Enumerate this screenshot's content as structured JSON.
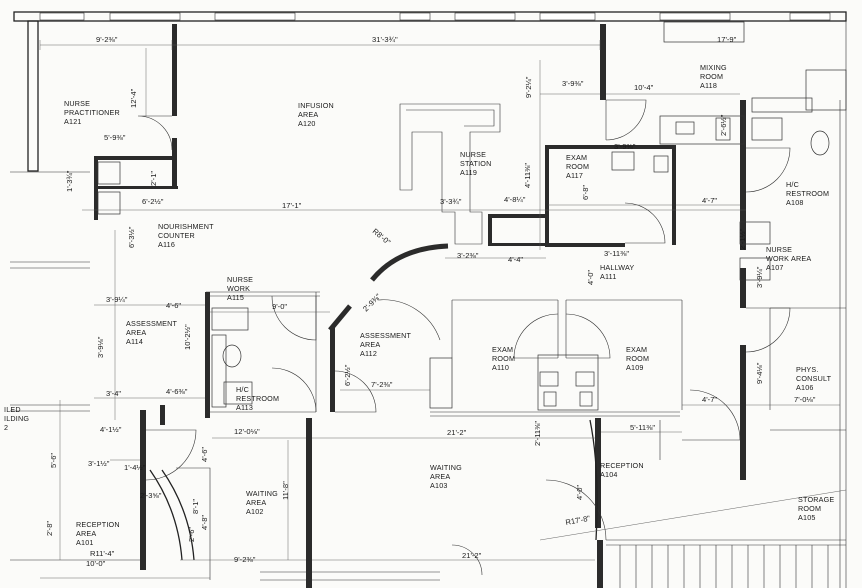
{
  "rooms": {
    "nurse_practitioner": [
      "NURSE",
      "PRACTITIONER",
      "A121"
    ],
    "infusion_area": [
      "INFUSION",
      "AREA",
      "A120"
    ],
    "mixing_room": [
      "MIXING",
      "ROOM",
      "A118"
    ],
    "nurse_station": [
      "NURSE",
      "STATION",
      "A119"
    ],
    "exam_room_a117": [
      "EXAM",
      "ROOM",
      "A117"
    ],
    "hc_restroom_a108": [
      "H/C",
      "RESTROOM",
      "A108"
    ],
    "nourishment_counter": [
      "NOURISHMENT",
      "COUNTER",
      "A116"
    ],
    "nurse_work_a115": [
      "NURSE",
      "WORK",
      "A115"
    ],
    "hallway": [
      "HALLWAY",
      "A111"
    ],
    "nurse_work_area_a107": [
      "NURSE",
      "WORK AREA",
      "A107"
    ],
    "assessment_a114": [
      "ASSESSMENT",
      "AREA",
      "A114"
    ],
    "assessment_a112": [
      "ASSESSMENT",
      "AREA",
      "A112"
    ],
    "exam_room_a110": [
      "EXAM",
      "ROOM",
      "A110"
    ],
    "exam_room_a109": [
      "EXAM",
      "ROOM",
      "A109"
    ],
    "phys_consult": [
      "PHYS.",
      "CONSULT",
      "A106"
    ],
    "hc_restroom_a113": [
      "H/C",
      "RESTROOM",
      "A113"
    ],
    "reception_a104": [
      "RECEPTION",
      "A104"
    ],
    "waiting_a103": [
      "WAITING",
      "AREA",
      "A103"
    ],
    "waiting_a102": [
      "WAITING",
      "AREA",
      "A102"
    ],
    "reception_a101": [
      "RECEPTION",
      "AREA",
      "A101"
    ],
    "storage_room": [
      "STORAGE",
      "ROOM",
      "A105"
    ],
    "building_fragment": [
      "ILED",
      "ILDING",
      "2"
    ]
  },
  "dimensions": {
    "d_9_2_3_8": "9'-2⅜\"",
    "d_31_3_3_4": "31'-3¾\"",
    "d_17_9": "17'-9\"",
    "d_12_4": "12'-4\"",
    "d_3_9_3_8": "3'-9⅜\"",
    "d_5_9_3_8": "5'-9⅜\"",
    "d_9_2_1_4": "9'-2¼\"",
    "d_10_4": "10'-4\"",
    "d_2_6_1_2": "2'-6½\"",
    "d_4_11_3_8": "4'-11⅜\"",
    "d_3_9_3_8_b": "3'-9⅜\"",
    "d_6_8": "6'-8\"",
    "d_1_3_3_4": "1'-3¾\"",
    "d_6_2_1_2": "6'-2½\"",
    "d_2_1": "2'-1\"",
    "d_17_1": "17'-1\"",
    "d_4_8_1_4": "4'-8¼\"",
    "d_4_7": "4'-7\"",
    "d_6_3_1_2": "6'-3½\"",
    "d_r8_0": "R8'-0\"",
    "d_3_2_3_8": "3'-2⅜\"",
    "d_4_4": "4'-4\"",
    "d_4_0": "4'-0\"",
    "d_3_11_3_8": "3'-11⅜\"",
    "d_2_1_1_2": "2'-1½\"",
    "d_3_9_1_4": "3'-9¼\"",
    "d_3_9_1_4_b": "3'-9¼\"",
    "d_4_6": "4'-6\"",
    "d_9_0": "9'-0\"",
    "d_3_9_1_8": "3'-9⅛\"",
    "d_10_2_1_2": "10'-2½\"",
    "d_2_9_3_8": "2'-9⅜\"",
    "d_6_2_1_2_b": "6'-2½\"",
    "d_3_4": "3'-4\"",
    "d_4_6_3_8": "4'-6⅜\"",
    "d_7_2_3_8": "7'-2⅜\"",
    "d_9_4_1_8": "9'-4⅛\"",
    "d_4_7_b": "4'-7\"",
    "d_7_0_1_8": "7'-0⅛\"",
    "d_12_0_1_8": "12'-0⅛\"",
    "d_21_2": "21'-2\"",
    "d_2_11_3_8": "2'-11⅜\"",
    "d_5_11_3_8": "5'-11⅜\"",
    "d_4_6_b": "4'-6\"",
    "d_4_1_1_2": "4'-1½\"",
    "d_5_6": "5'-6\"",
    "d_3_1_1_2": "3'-1½\"",
    "d_1_4_1_2": "1'-4½\"",
    "d_2_3_5_8": "2'-3⅝\"",
    "d_8_1": "8'-1\"",
    "d_4_8": "4'-8\"",
    "d_2_6": "2'-6\"",
    "d_2_8": "2'-8\"",
    "d_10_0": "10'-0\"",
    "d_r11_4": "R11'-4\"",
    "d_9_2_3_8_b": "9'-2⅜\"",
    "d_21_2_b": "21'-2\"",
    "d_r17_8": "R17'-8\"",
    "d_4_0_b": "4'-0\"",
    "d_11_8": "11'-8\"",
    "d_3_3_4": "3'-3¾\""
  },
  "colors": {
    "wall": "#2b2b2b",
    "ink": "#1a1a1a",
    "paper": "#fbfbf9"
  }
}
